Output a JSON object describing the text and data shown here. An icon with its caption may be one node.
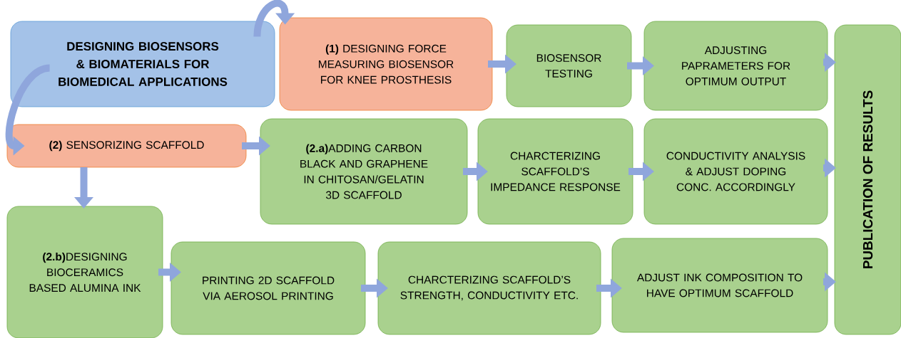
{
  "diagram": {
    "nodes": [
      {
        "text": [
          "DESIGNING BIOSENSORS & BIOMATERIALS FOR BIOMEDICAL APPLICATIONS"
        ]
      },
      {
        "text": [
          "**(1)** DESIGNING FORCE MEASURING BIOSENSOR FOR KNEE PROSTHESIS"
        ]
      },
      {
        "text": [
          "BIOSENSOR TESTING"
        ]
      },
      {
        "text": [
          "ADJUSTING PAPRAMETERS FOR OPTIMUM OUTPUT"
        ]
      },
      {
        "text": [
          "PUBLICATION OF RESULTS"
        ]
      },
      {
        "text": [
          "**(2)** SENSORIZING SCAFFOLD"
        ]
      },
      {
        "text": [
          "**(2.a)**ADDING CARBON BLACK AND GRAPHENE IN CHITOSAN/GELATIN 3D SCAFFOLD"
        ]
      },
      {
        "text": [
          "CHARCTERIZING SCAFFOLD’S IMPEDANCE RESPONSE"
        ]
      },
      {
        "text": [
          "CONDUCTIVITY ANALYSIS & ADJUST DOPING CONC. ACCORDINGLY"
        ]
      },
      {
        "text": [
          "**(2.b)**DESIGNING BIOCERAMICS BASED ALUMINA INK"
        ]
      },
      {
        "text": [
          "PRINTING 2D SCAFFOLD VIA AEROSOL PRINTING"
        ]
      },
      {
        "text": [
          "CHARCTERIZING SCAFFOLD’S STRENGTH, CONDUCTIVITY ETC."
        ]
      },
      {
        "text": [
          "ADJUST INK COMPOSITION TO HAVE OPTIMUM SCAFFOLD"
        ]
      }
    ],
    "edges": [
      {
        "from": 0,
        "to": 1,
        "arrow": "to"
      },
      {
        "from": 0,
        "to": 5,
        "arrow": "to"
      },
      {
        "from": 1,
        "to": 2,
        "arrow": "to"
      },
      {
        "from": 2,
        "to": 3,
        "arrow": "to"
      },
      {
        "from": 3,
        "to": 4,
        "arrow": "to"
      },
      {
        "from": 5,
        "to": 6,
        "arrow": "to"
      },
      {
        "from": 5,
        "to": 9,
        "arrow": "to"
      },
      {
        "from": 6,
        "to": 7,
        "arrow": "to"
      },
      {
        "from": 7,
        "to": 8,
        "arrow": "to"
      },
      {
        "from": 8,
        "to": 4,
        "arrow": "to"
      },
      {
        "from": 9,
        "to": 10,
        "arrow": "to"
      },
      {
        "from": 10,
        "to": 11,
        "arrow": "to"
      },
      {
        "from": 11,
        "to": 12,
        "arrow": "to"
      },
      {
        "from": 12,
        "to": 4,
        "arrow": "to"
      }
    ]
  }
}
